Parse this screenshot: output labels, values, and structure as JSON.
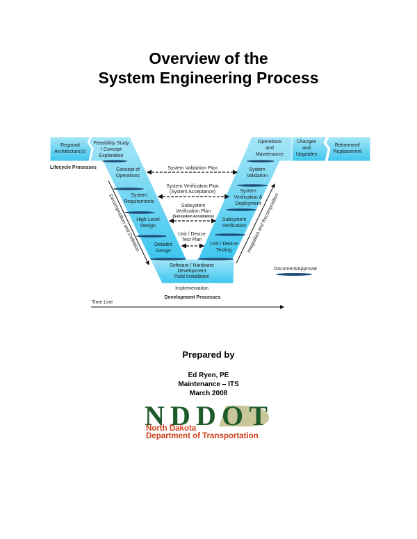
{
  "title": {
    "line1": "Overview of the",
    "line2": "System Engineering Process"
  },
  "diagram": {
    "lifecycle": {
      "regional": [
        "Regional",
        "Architecture(s)"
      ],
      "feasibility": [
        "Feasibility Study",
        "/ Concept",
        "Exploration"
      ],
      "operations": [
        "Operations",
        "and",
        "Maintenance"
      ],
      "changes": [
        "Changes",
        "and",
        "Upgrades"
      ],
      "retirement": [
        "Retirement/",
        "Replacement"
      ],
      "label": "Lifecycle Processes"
    },
    "left_arm": {
      "concept": [
        "Concept of",
        "Operations"
      ],
      "requirements": [
        "System",
        "Requirements"
      ],
      "high_level": [
        "High-Level",
        "Design"
      ],
      "detailed": [
        "Detailed",
        "Design"
      ]
    },
    "bottom": [
      "Software / Hardware",
      "Development",
      "Field Installation"
    ],
    "right_arm": {
      "validation": [
        "System",
        "Validation"
      ],
      "verification": [
        "System",
        "Verification &",
        "Deployment"
      ],
      "subsystem": [
        "Subsystem",
        "Verification"
      ],
      "unit": [
        "Unit / Device",
        "Testing"
      ]
    },
    "plans": {
      "validation": "System Validation Plan",
      "verification": [
        "System Verification Plan",
        "(System Acceptance)"
      ],
      "subsystem": [
        "Subsystem",
        "Verification Plan",
        "(Subsystem Acceptance)"
      ],
      "unit": [
        "Unit / Device",
        "Test Plan"
      ]
    },
    "decomposition": "Decomposition and Definition",
    "integration": "Integration and Recomposition",
    "legend": "Document/Approval",
    "implementation": "Implementation",
    "development": "Development Processes",
    "timeline": "Time Line",
    "colors": {
      "band": "#3ec6ee",
      "band_light": "#a6e6f8",
      "approval": "#1f4f7a"
    }
  },
  "prepared": {
    "heading": "Prepared by",
    "author": "Ed Ryen, PE",
    "dept": "Maintenance – ITS",
    "date": "March 2008"
  },
  "logo": {
    "mark": "NDDOT",
    "line1": "North Dakota",
    "line2": "Department of Transportation",
    "green": "#1e5b2a",
    "orange": "#d2401a"
  }
}
